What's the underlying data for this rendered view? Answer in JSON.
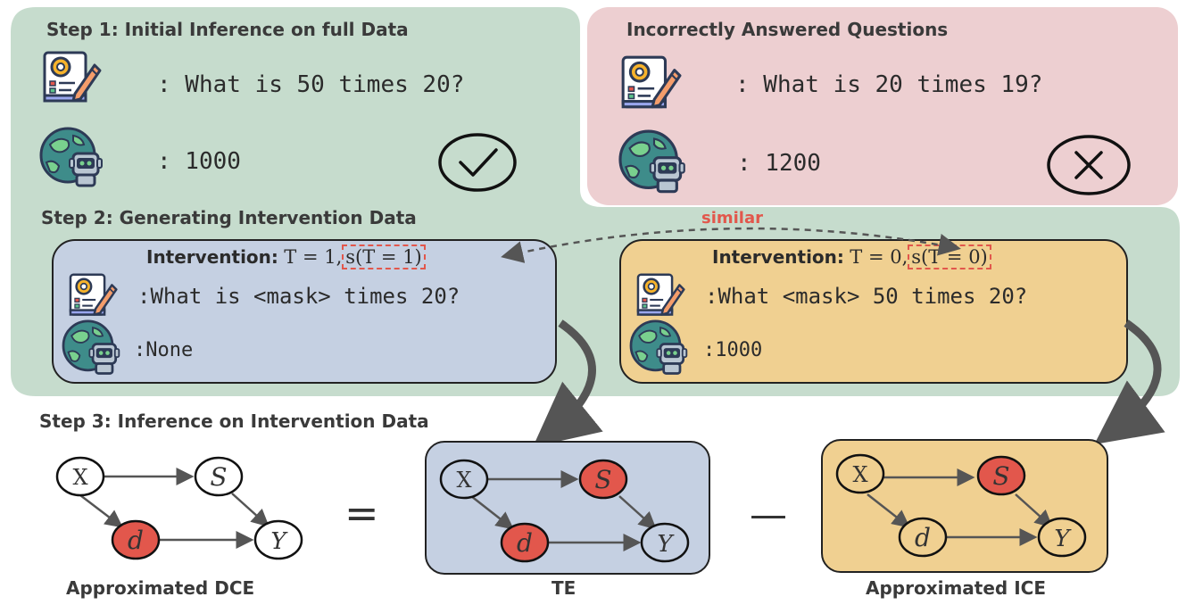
{
  "step1": {
    "heading": "Step 1: Initial Inference on full Data",
    "question": ": What is 50 times 20?",
    "answer": ": 1000"
  },
  "incorrect": {
    "heading": "Incorrectly Answered Questions",
    "question": ": What is 20 times 19?",
    "answer": ": 1200"
  },
  "step2": {
    "heading": "Step 2: Generating Intervention Data",
    "similar_label": "similar",
    "left": {
      "label_bold": "Intervention:",
      "label_math": "T = 1,",
      "label_math_box": "s(T = 1)",
      "question": ":What is <mask> times 20?",
      "answer": ":None"
    },
    "right": {
      "label_bold": "Intervention:",
      "label_math": "T = 0,",
      "label_math_box": "s(T = 0)",
      "question": ":What <mask> 50 times 20?",
      "answer": ":1000"
    }
  },
  "step3": {
    "heading": "Step 3: Inference on Intervention Data",
    "equals": "=",
    "minus": "—",
    "graphs": [
      {
        "caption": "Approximated DCE",
        "nodes": {
          "x": "X",
          "s": "S",
          "d": "d",
          "y": "Y"
        },
        "red": [
          "d"
        ]
      },
      {
        "caption": "TE",
        "nodes": {
          "x": "X",
          "s": "S",
          "d": "d",
          "y": "Y"
        },
        "red": [
          "s",
          "d"
        ]
      },
      {
        "caption": "Approximated ICE",
        "nodes": {
          "x": "X",
          "s": "S",
          "d": "d",
          "y": "Y"
        },
        "red": [
          "s"
        ]
      }
    ]
  },
  "colors": {
    "green_panel": "#c6dccd",
    "pink_panel": "#edcfd1",
    "blue_box": "#c5d0e2",
    "yellow_box": "#f0d091",
    "red_node": "#e2574c",
    "similar_red": "#e2574c"
  },
  "icons": {
    "question_icon": "document-gear-pencil-icon",
    "answer_icon": "robot-globe-icon",
    "correct_icon": "check-circle-icon",
    "wrong_icon": "x-circle-icon"
  }
}
